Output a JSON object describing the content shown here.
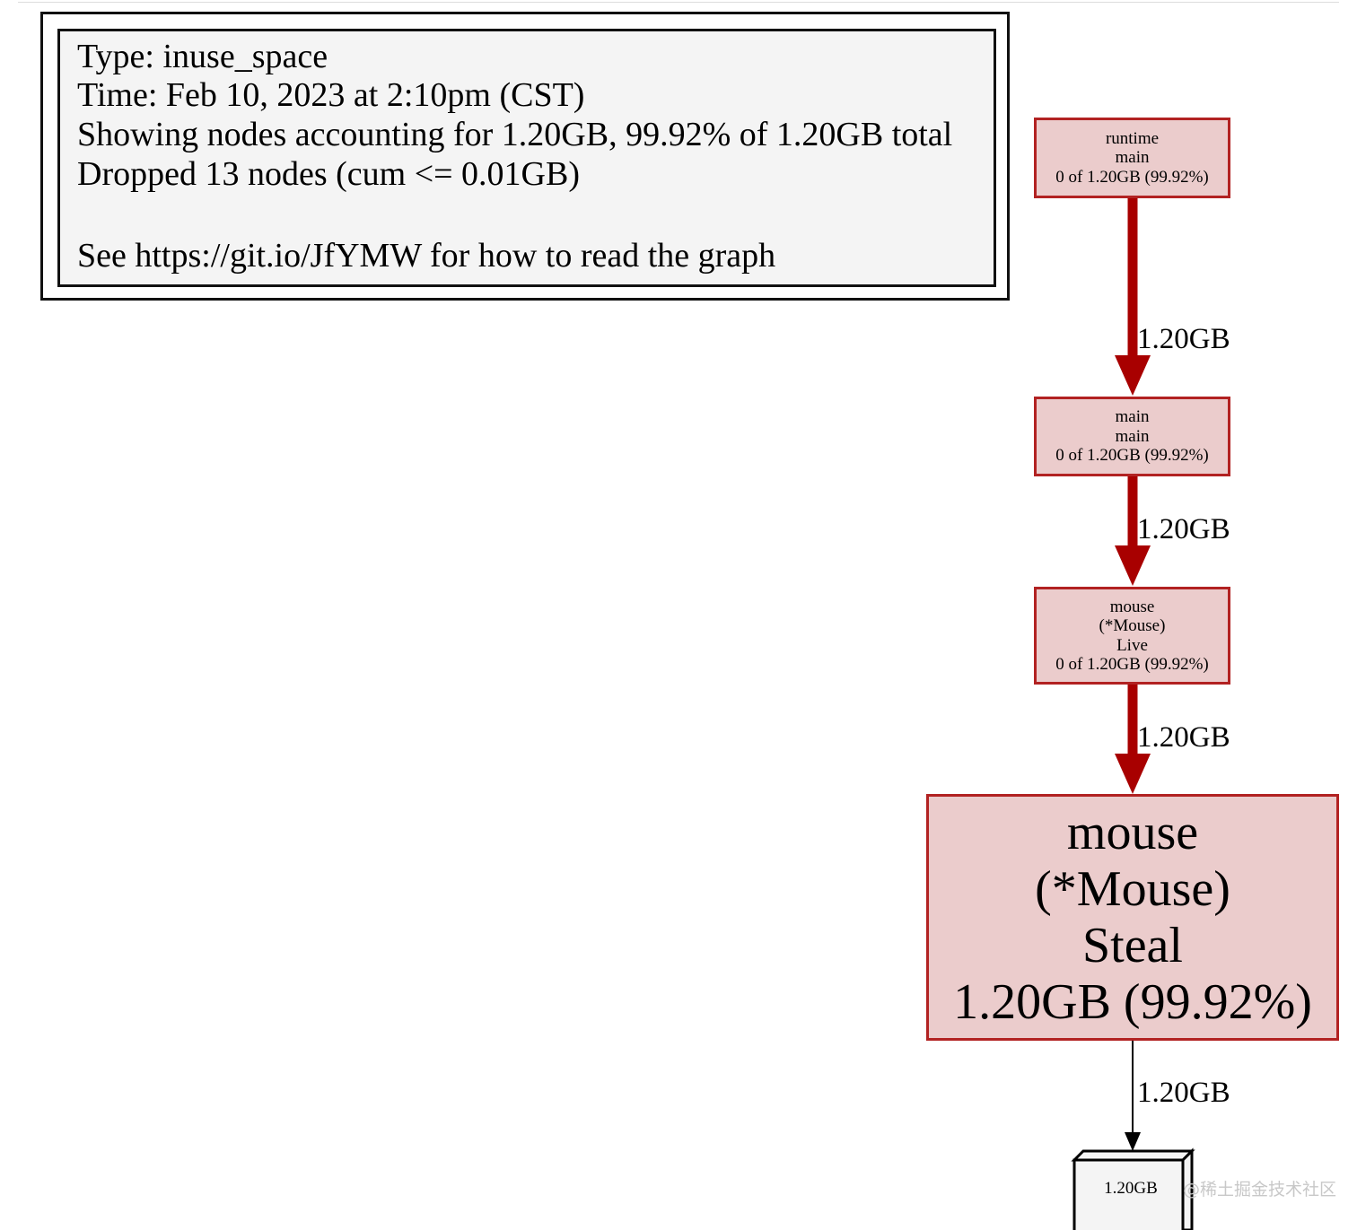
{
  "legend": {
    "type_line": "Type: inuse_space",
    "time_line": "Time: Feb 10, 2023 at 2:10pm (CST)",
    "showing_line": "Showing nodes accounting for 1.20GB, 99.92% of 1.20GB total",
    "dropped_line": "Dropped 13 nodes (cum <= 0.01GB)",
    "help_line": "See https://git.io/JfYMW for how to read the graph"
  },
  "nodes": {
    "runtime_main": {
      "pkg": "runtime",
      "func": "main",
      "value": "0 of 1.20GB (99.92%)"
    },
    "main_main": {
      "pkg": "main",
      "func": "main",
      "value": "0 of 1.20GB (99.92%)"
    },
    "mouse_live": {
      "pkg": "mouse",
      "recv": "(*Mouse)",
      "func": "Live",
      "value": "0 of 1.20GB (99.92%)"
    },
    "mouse_steal": {
      "pkg": "mouse",
      "recv": "(*Mouse)",
      "func": "Steal",
      "value": "1.20GB (99.92%)"
    },
    "alloc_leaf": {
      "value": "1.20GB"
    }
  },
  "edges": [
    {
      "from": "runtime_main",
      "to": "main_main",
      "label": "1.20GB"
    },
    {
      "from": "main_main",
      "to": "mouse_live",
      "label": "1.20GB"
    },
    {
      "from": "mouse_live",
      "to": "mouse_steal",
      "label": "1.20GB"
    },
    {
      "from": "mouse_steal",
      "to": "alloc_leaf",
      "label": "1.20GB"
    }
  ],
  "colors": {
    "hot_edge": "#a80000",
    "node_border": "#b22222",
    "node_fill": "#ebcccc",
    "legend_fill": "#f4f4f4"
  },
  "watermark": "@稀土掘金技术社区"
}
